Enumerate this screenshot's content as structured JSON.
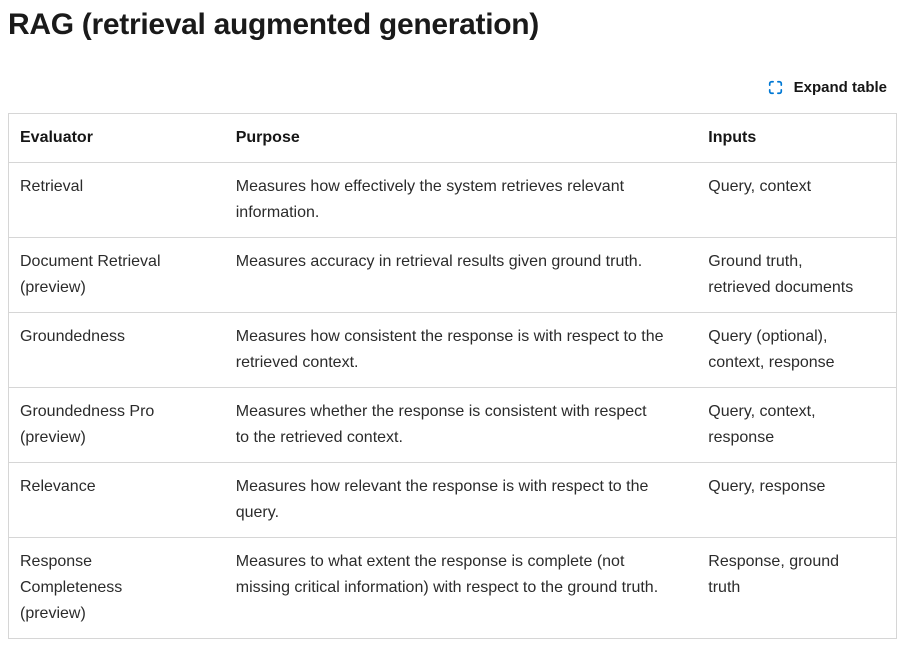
{
  "page": {
    "title": "RAG (retrieval augmented generation)"
  },
  "toolbar": {
    "expand_button": {
      "icon": "expand-icon",
      "label": "Expand table"
    }
  },
  "table": {
    "headers": [
      "Evaluator",
      "Purpose",
      "Inputs"
    ],
    "rows": [
      {
        "evaluator": "Retrieval",
        "purpose": "Measures how effectively the system retrieves relevant information.",
        "inputs": "Query, context"
      },
      {
        "evaluator": "Document Retrieval (preview)",
        "purpose": "Measures accuracy in retrieval results given ground truth.",
        "inputs": "Ground truth, retrieved documents"
      },
      {
        "evaluator": "Groundedness",
        "purpose": "Measures how consistent the response is with respect to the retrieved context.",
        "inputs": "Query (optional), context, response"
      },
      {
        "evaluator": "Groundedness Pro (preview)",
        "purpose": "Measures whether the response is consistent with respect to the retrieved context.",
        "inputs": "Query, context, response"
      },
      {
        "evaluator": "Relevance",
        "purpose": "Measures how relevant the response is with respect to the query.",
        "inputs": "Query, response"
      },
      {
        "evaluator": "Response Completeness (preview)",
        "purpose": "Measures to what extent the response is complete (not missing critical information) with respect to the ground truth.",
        "inputs": "Response, ground truth"
      }
    ]
  },
  "colors": {
    "accent_blue": "#0078d4",
    "text": "#161616",
    "border": "#d6d6d6",
    "background": "#ffffff"
  }
}
